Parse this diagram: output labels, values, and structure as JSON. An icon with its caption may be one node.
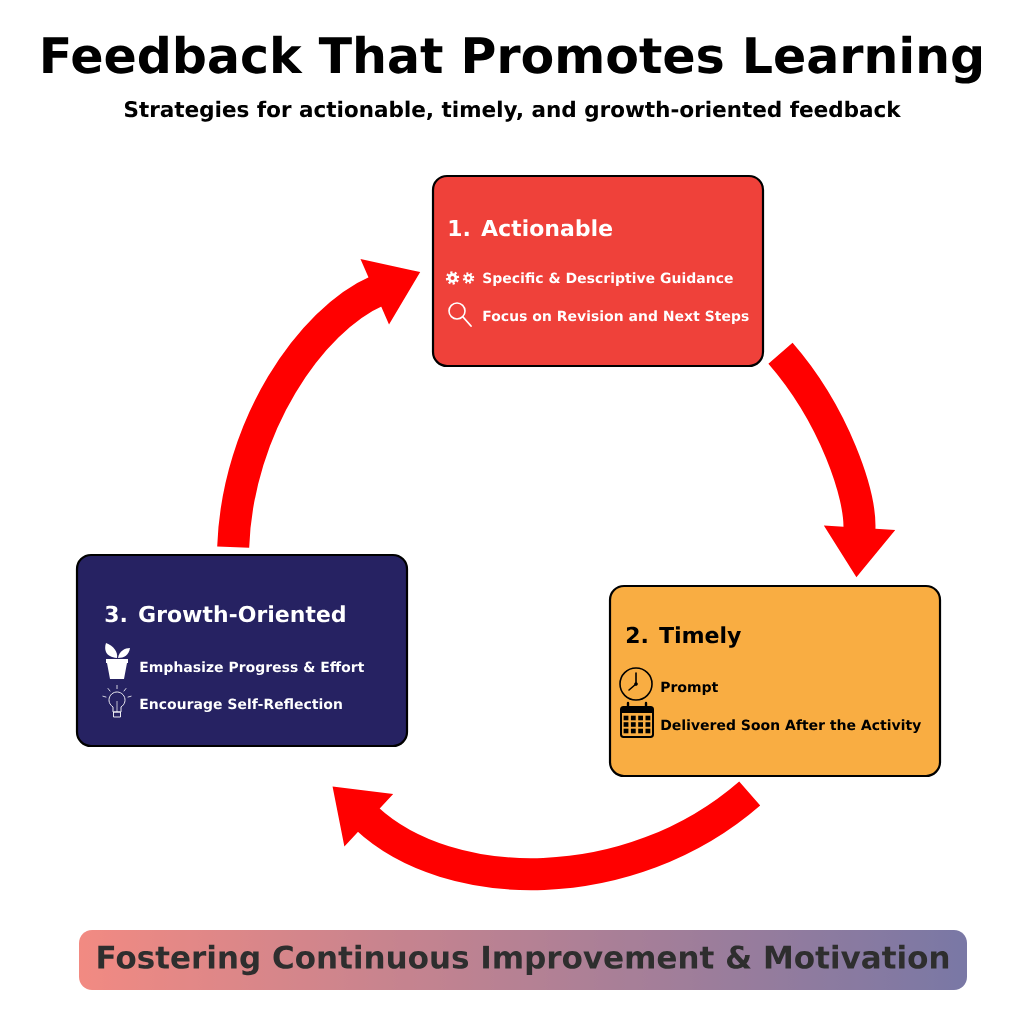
{
  "diagram": {
    "title": "Feedback That Promotes Learning",
    "nodes": [
      {
        "text": [
          "1. Actionable",
          "Specific & Descriptive Guidance",
          "Focus on Revision and Next Steps"
        ]
      },
      {
        "text": [
          "2. Timely",
          "Prompt",
          "Delivered Soon After the Activity"
        ]
      },
      {
        "text": [
          "3. Growth-Oriented",
          "Emphasize Progress & Effort",
          "Encourage Self-Reflection"
        ]
      },
      {
        "text": [
          "Fostering Continuous Improvement & Motivation"
        ]
      }
    ],
    "edges": [
      {
        "from": 0,
        "to": 1,
        "arrow": "to"
      },
      {
        "from": 1,
        "to": 2,
        "arrow": "to"
      },
      {
        "from": 2,
        "to": 0,
        "arrow": "to"
      }
    ],
    "labels": [
      "Strategies for actionable, timely, and growth-oriented feedback"
    ]
  }
}
